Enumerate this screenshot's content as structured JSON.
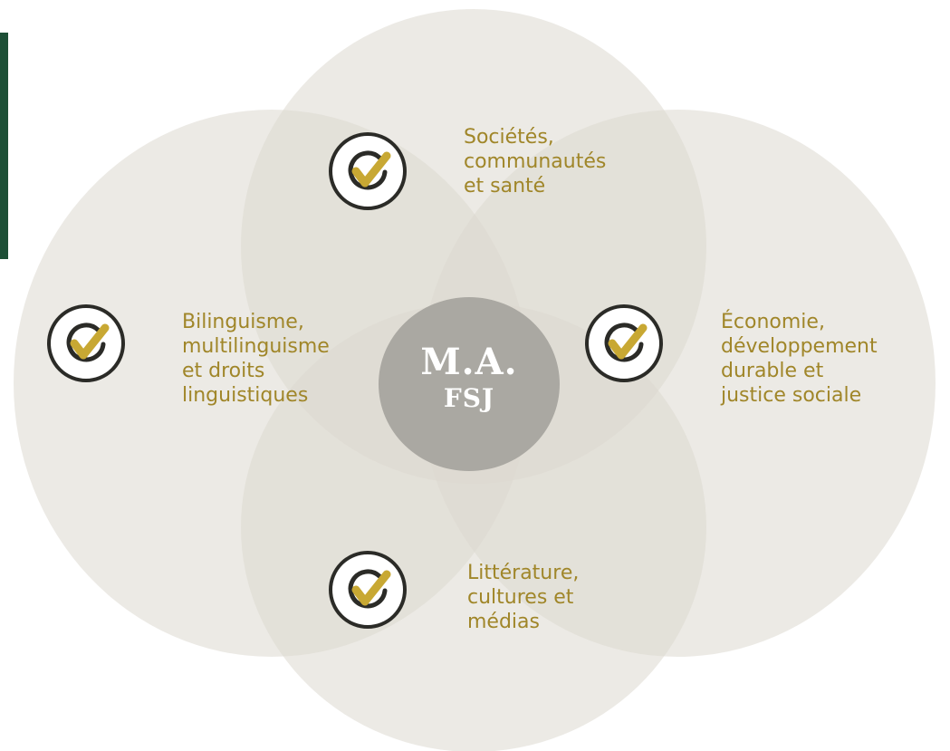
{
  "center": {
    "title": "M.A.",
    "subtitle": "FSJ"
  },
  "themes": {
    "top": "Sociétés,\ncommunautés\net santé",
    "left": "Bilinguisme,\nmultilinguisme\net droits\nlinguistiques",
    "right": "Économie,\ndéveloppement\ndurable et\njustice sociale",
    "bottom": "Littérature,\ncultures et\nmédias"
  },
  "icons": {
    "badge": "check-circle-icon"
  },
  "colors": {
    "circle_fill": "#e6e4dc",
    "center_fill": "#a9a8a3",
    "accent_text": "#a08629",
    "check_gold": "#c8a833",
    "ring_dark": "#2b2b27",
    "side_bar": "#1d4f36"
  }
}
